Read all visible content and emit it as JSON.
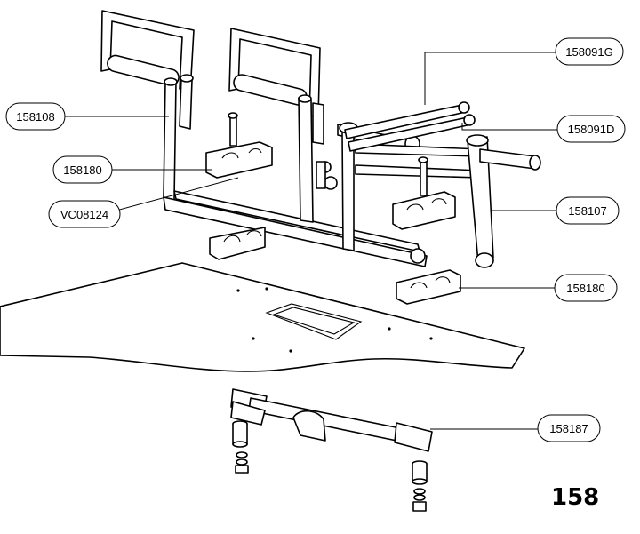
{
  "callouts": [
    {
      "id": "c-158091G",
      "label": "158091G"
    },
    {
      "id": "c-158108",
      "label": "158108"
    },
    {
      "id": "c-158091D",
      "label": "158091D"
    },
    {
      "id": "c-158180a",
      "label": "158180"
    },
    {
      "id": "c-VC08124",
      "label": "VC08124"
    },
    {
      "id": "c-158107",
      "label": "158107"
    },
    {
      "id": "c-158180b",
      "label": "158180"
    },
    {
      "id": "c-158187",
      "label": "158187"
    }
  ],
  "page_number": "158"
}
